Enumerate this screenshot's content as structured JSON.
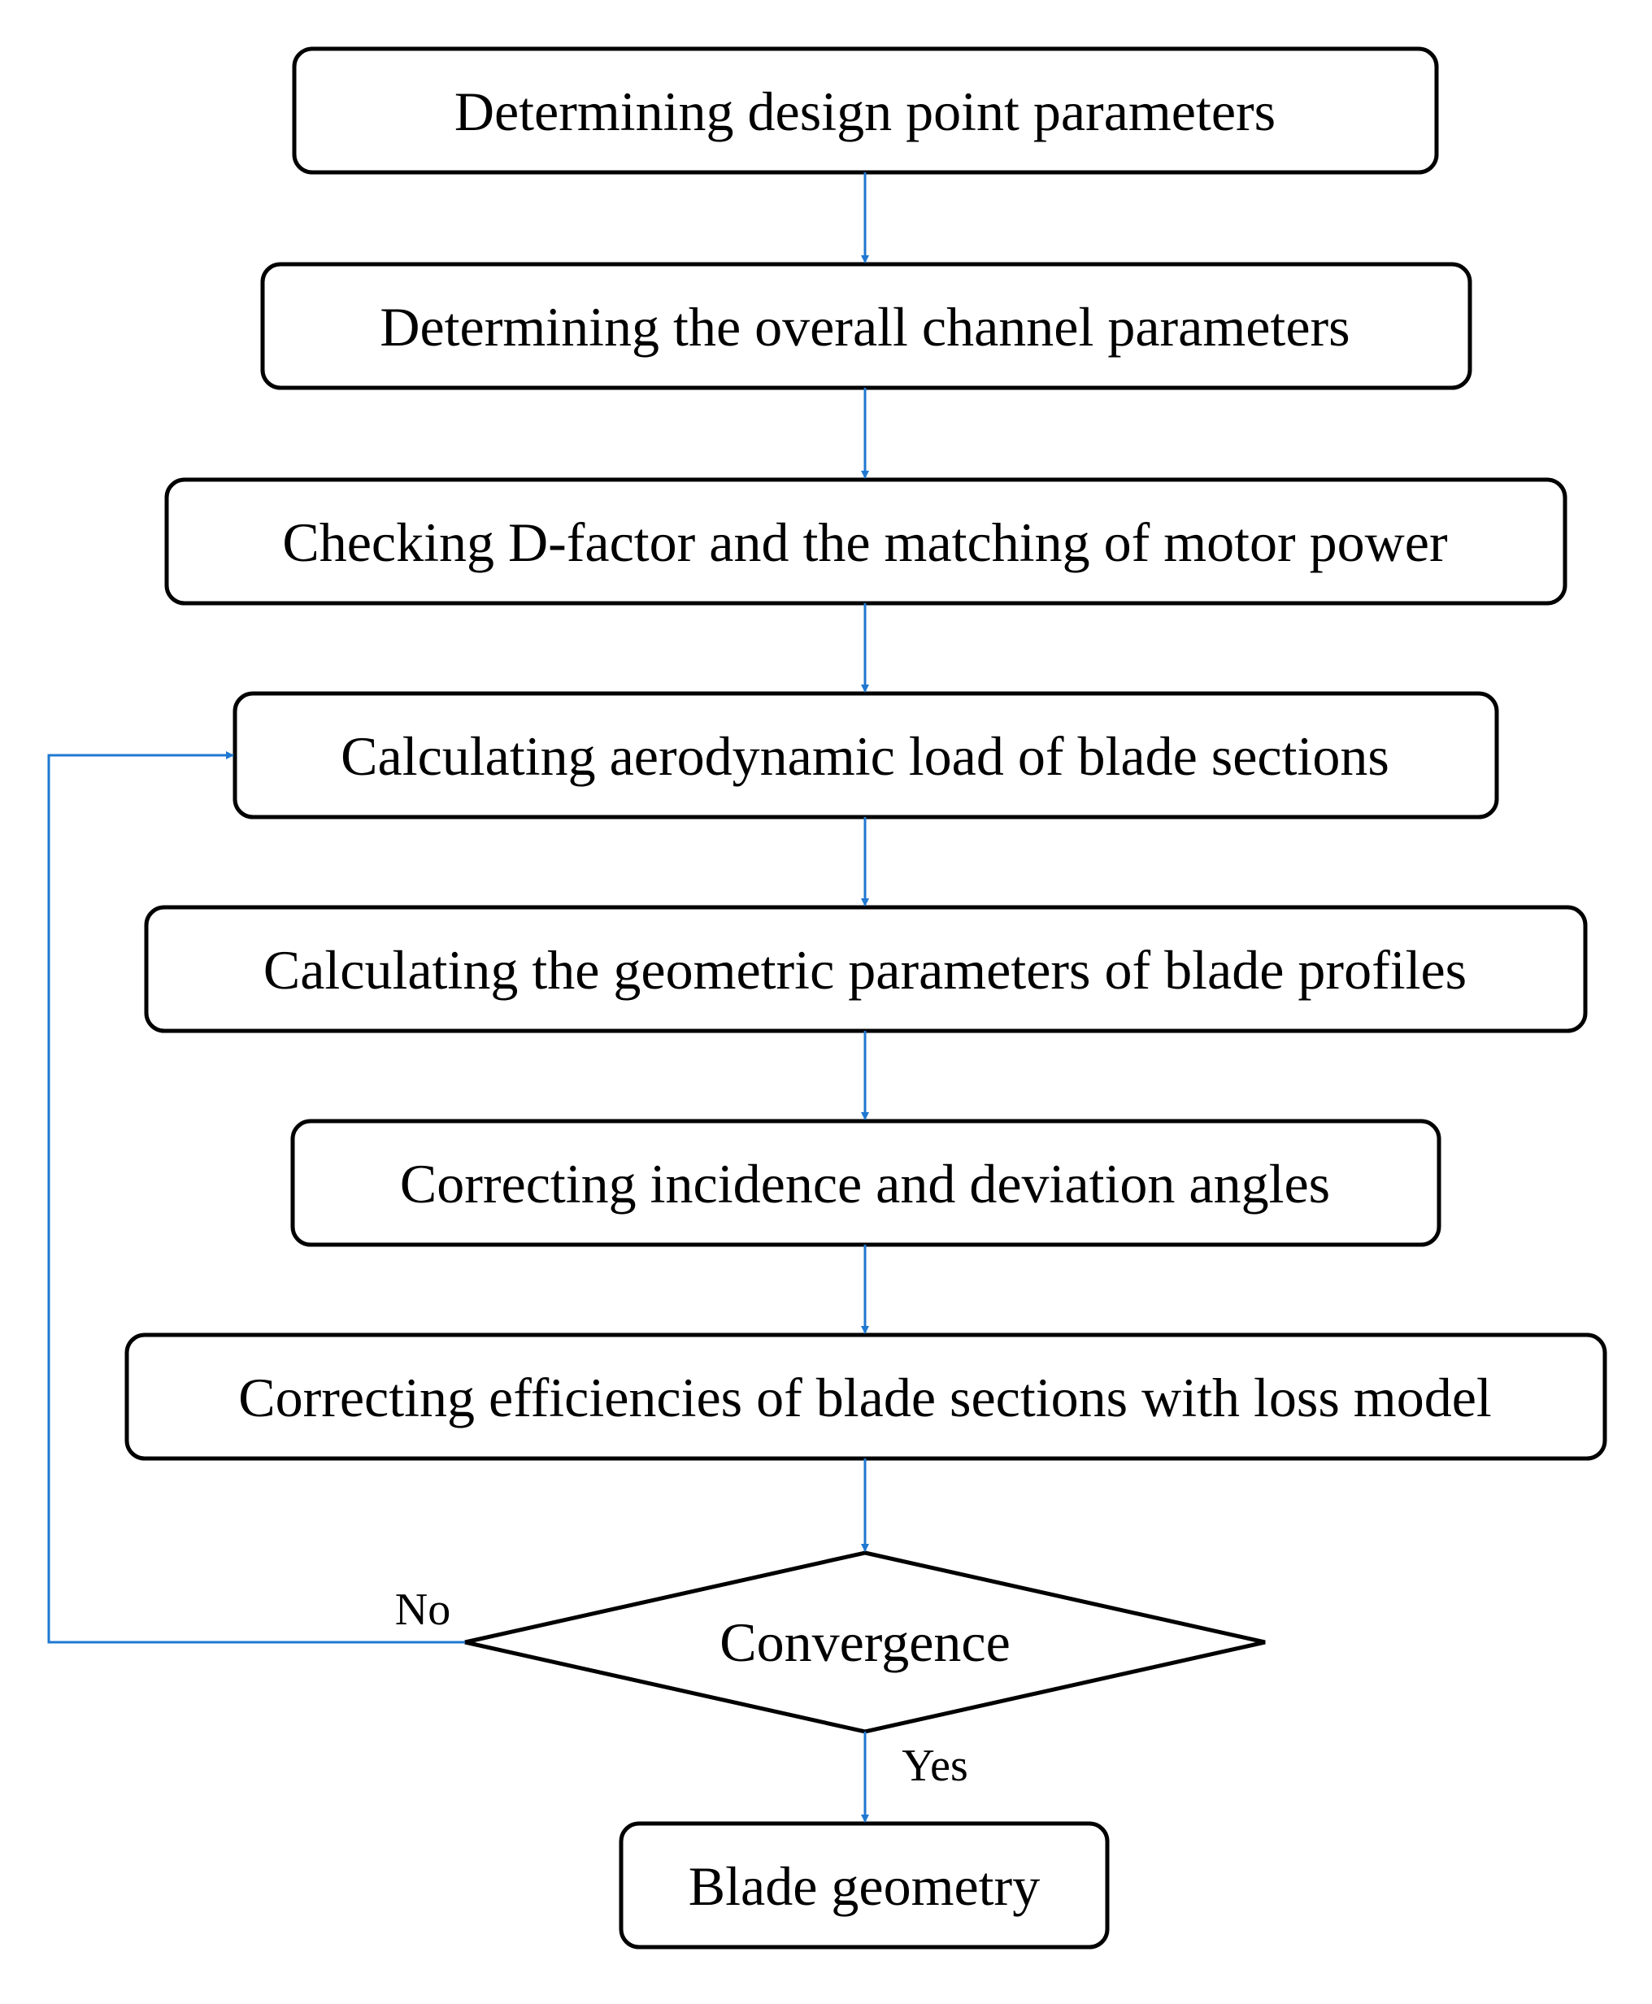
{
  "steps": [
    {
      "label": "Determining design point parameters"
    },
    {
      "label": "Determining the overall channel parameters"
    },
    {
      "label": "Checking D-factor and the matching of motor power"
    },
    {
      "label": "Calculating aerodynamic load of blade sections"
    },
    {
      "label": "Calculating the geometric parameters of blade profiles"
    },
    {
      "label": "Correcting incidence and deviation angles"
    },
    {
      "label": "Correcting efficiencies of blade sections with loss model"
    }
  ],
  "decision": {
    "label": "Convergence"
  },
  "branches": {
    "no": "No",
    "yes": "Yes"
  },
  "result": {
    "label": "Blade geometry"
  },
  "colors": {
    "arrow": "#1f78d1",
    "border": "#000000"
  }
}
